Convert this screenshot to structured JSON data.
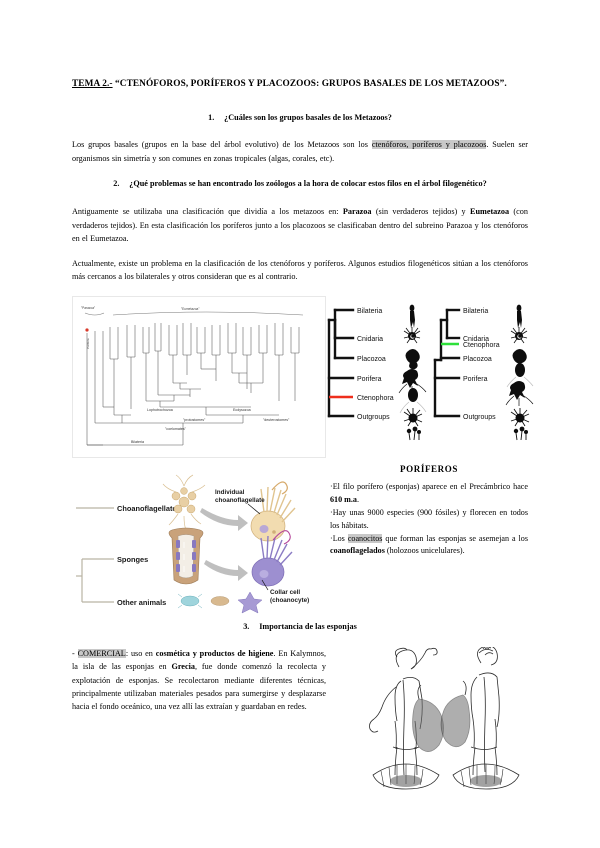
{
  "document": {
    "title_prefix": "TEMA 2.-",
    "title_rest": " “CTENÓFOROS, PORÍFEROS Y PLACOZOOS: GRUPOS BASALES DE LOS METAZOOS”."
  },
  "q1": {
    "number": "1.",
    "text": "¿Cuáles son los grupos basales de los Metazoos?"
  },
  "p1": {
    "seg_a": "Los grupos basales (grupos en la base del árbol evolutivo) de los Metazoos son los ",
    "highlight": "ctenóforos, poríferos y placozoos",
    "seg_b": ". Suelen ser organismos sin simetría y son comunes en zonas tropicales (algas, corales, etc)."
  },
  "q2": {
    "number": "2.",
    "text": "¿Qué problemas se han encontrado los zoólogos a la hora de colocar estos filos en el árbol filogenético?"
  },
  "p2": {
    "seg_a": "Antiguamente se utilizaba una clasificación que dividía a los metazoos en: ",
    "bold_a": "Parazoa",
    "seg_b": " (sin verdaderos tejidos) y ",
    "bold_b": "Eumetazoa",
    "seg_c": " (con verdaderos tejidos). En esta clasificación los poríferos junto a los placozoos se clasificaban dentro del subreino Parazoa y los ctenóforos en el Eumetazoa."
  },
  "p3": {
    "text": "Actualmente, existe un problema en la clasificación de los ctenóforos y poríferos. Algunos estudios filogenéticos sitúan a los ctenóforos más cercanos a los bilaterales y otros consideran que es al contrario."
  },
  "cladogram": {
    "group_left": "\"Parazoa\"",
    "group_right": "\"Eumetazoa\"",
    "clade_labels": [
      "Lophotrochozoa",
      "Ecdysozoa",
      "\"protostomes\"",
      "\"deuterostomes\"",
      "\"coelomates\"",
      "Bilateria"
    ],
    "highlight_color": "#d93a2b"
  },
  "trees": {
    "left": {
      "tips": [
        "Bilateria",
        "Cnidaria",
        "Placozoa",
        "Porifera",
        "Ctenophora",
        "Outgroups"
      ],
      "highlight_tip": "Ctenophora",
      "highlight_color": "#ee2e1c"
    },
    "right": {
      "tips": [
        "Bilateria",
        "Cnidaria",
        "Placozoa",
        "Ctenophora",
        "Porifera",
        "Outgroups"
      ],
      "highlight_tip": "Ctenophora",
      "highlight_color": "#2ee03a"
    }
  },
  "choano": {
    "labels": [
      "Choanoflagellates",
      "Sponges",
      "Other animals"
    ],
    "callout_1": "Individual",
    "callout_1b": "choanoflagellate",
    "callout_2": "Collar cell",
    "callout_2b": "(choanocyte)"
  },
  "poriferos": {
    "title": "PORÍFEROS",
    "b1_a": "·El filo porífero (esponjas) aparece en el Precámbrico hace ",
    "b1_bold": "610 m.a",
    "b1_b": ".",
    "b2": "·Hay unas 9000 especies (900 fósiles) y florecen en todos los hábitats.",
    "b3_a": "·Los ",
    "b3_hl": "coanocitos",
    "b3_b": " que forman las esponjas se asemejan a los ",
    "b3_bold": "coanoflagelados",
    "b3_c": " (holozoos unicelulares)."
  },
  "q3": {
    "number": "3.",
    "text": "Importancia de las esponjas"
  },
  "p4": {
    "dash": "- ",
    "highlight": "COMERCIAL",
    "seg_a": ": uso en ",
    "bold_a": "cosmética y productos de higiene",
    "seg_b": ". En Kalymnos, la isla de las esponjas en ",
    "bold_b": "Grecia",
    "seg_c": ", fue donde comenzó la recolecta y explotación de esponjas. Se recolectaron mediante diferentes técnicas, principalmente utilizaban materiales pesados para sumergirse y desplazarse hacia el fondo oceánico, una vez allí las extraían y guardaban en redes."
  }
}
